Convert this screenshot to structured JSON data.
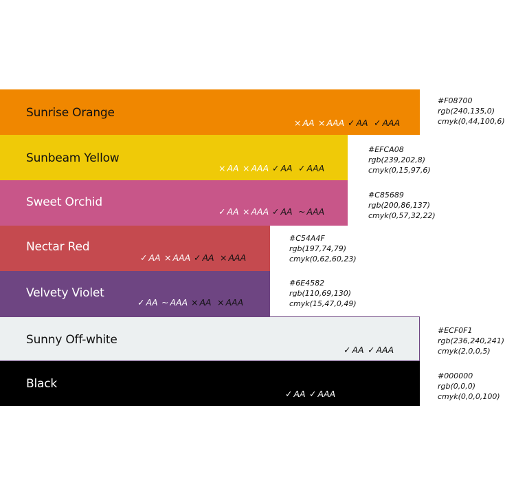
{
  "swatches": [
    {
      "name": "Sunrise Orange",
      "hex": "#F08700",
      "rgb": "rgb(240,135,0)",
      "cmyk": "cmyk(0,44,100,6)",
      "text_color": "#111111",
      "badges": [
        {
          "sym": "×",
          "label": "AA",
          "color": "#ffffff"
        },
        {
          "sym": "×",
          "label": "AAA",
          "color": "#ffffff"
        },
        {
          "sym": "✓",
          "label": "AA",
          "color": "#111111"
        },
        {
          "sym": "✓",
          "label": "AAA",
          "color": "#111111"
        }
      ]
    },
    {
      "name": "Sunbeam Yellow",
      "hex": "#EFCA08",
      "rgb": "rgb(239,202,8)",
      "cmyk": "cmyk(0,15,97,6)",
      "text_color": "#111111",
      "badges": [
        {
          "sym": "×",
          "label": "AA",
          "color": "#ffffff"
        },
        {
          "sym": "×",
          "label": "AAA",
          "color": "#ffffff"
        },
        {
          "sym": "✓",
          "label": "AA",
          "color": "#111111"
        },
        {
          "sym": "✓",
          "label": "AAA",
          "color": "#111111"
        }
      ]
    },
    {
      "name": "Sweet Orchid",
      "hex": "#C85689",
      "rgb": "rgb(200,86,137)",
      "cmyk": "cmyk(0,57,32,22)",
      "text_color": "#ffffff",
      "badges": [
        {
          "sym": "✓",
          "label": "AA",
          "color": "#ffffff"
        },
        {
          "sym": "×",
          "label": "AAA",
          "color": "#ffffff"
        },
        {
          "sym": "✓",
          "label": "AA",
          "color": "#111111"
        },
        {
          "sym": "~",
          "label": "AAA",
          "color": "#111111"
        }
      ]
    },
    {
      "name": "Nectar Red",
      "hex": "#C54A4F",
      "rgb": "rgb(197,74,79)",
      "cmyk": "cmyk(0,62,60,23)",
      "text_color": "#ffffff",
      "badges": [
        {
          "sym": "✓",
          "label": "AA",
          "color": "#ffffff"
        },
        {
          "sym": "×",
          "label": "AAA",
          "color": "#ffffff"
        },
        {
          "sym": "✓",
          "label": "AA",
          "color": "#111111"
        },
        {
          "sym": "×",
          "label": "AAA",
          "color": "#111111"
        }
      ]
    },
    {
      "name": "Velvety Violet",
      "hex": "#6E4582",
      "rgb": "rgb(110,69,130)",
      "cmyk": "cmyk(15,47,0,49)",
      "text_color": "#ffffff",
      "badges": [
        {
          "sym": "✓",
          "label": "AA",
          "color": "#ffffff"
        },
        {
          "sym": "~",
          "label": "AAA",
          "color": "#ffffff"
        },
        {
          "sym": "×",
          "label": "AA",
          "color": "#111111"
        },
        {
          "sym": "×",
          "label": "AAA",
          "color": "#111111"
        }
      ]
    },
    {
      "name": "Sunny Off-white",
      "hex": "#ECF0F1",
      "rgb": "rgb(236,240,241)",
      "cmyk": "cmyk(2,0,0,5)",
      "text_color": "#111111",
      "badges": [
        {
          "sym": "✓",
          "label": "AA",
          "color": "#111111"
        },
        {
          "sym": "✓",
          "label": "AAA",
          "color": "#111111"
        }
      ]
    },
    {
      "name": "Black",
      "hex": "#000000",
      "rgb": "rgb(0,0,0)",
      "cmyk": "cmyk(0,0,0,100)",
      "text_color": "#ffffff",
      "badges": [
        {
          "sym": "✓",
          "label": "AA",
          "color": "#ffffff"
        },
        {
          "sym": "✓",
          "label": "AAA",
          "color": "#ffffff"
        }
      ]
    }
  ]
}
